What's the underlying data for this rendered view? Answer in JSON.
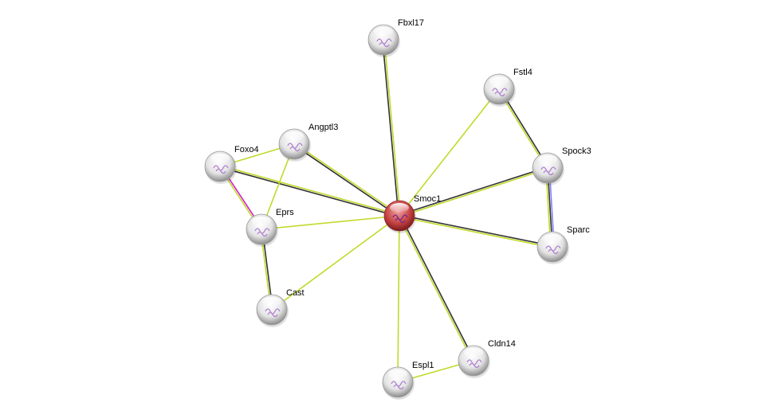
{
  "network": {
    "center": "Smoc1",
    "nodes": [
      {
        "id": "Fbxl17",
        "label": "Fbxl17",
        "query": false
      },
      {
        "id": "Fstl4",
        "label": "Fstl4",
        "query": false
      },
      {
        "id": "Angptl3",
        "label": "Angptl3",
        "query": false
      },
      {
        "id": "Foxo4",
        "label": "Foxo4",
        "query": false
      },
      {
        "id": "Spock3",
        "label": "Spock3",
        "query": false
      },
      {
        "id": "Smoc1",
        "label": "Smoc1",
        "query": true
      },
      {
        "id": "Eprs",
        "label": "Eprs",
        "query": false
      },
      {
        "id": "Sparc",
        "label": "Sparc",
        "query": false
      },
      {
        "id": "Cast",
        "label": "Cast",
        "query": false
      },
      {
        "id": "Cldn14",
        "label": "Cldn14",
        "query": false
      },
      {
        "id": "Espl1",
        "label": "Espl1",
        "query": false
      }
    ],
    "edges": [
      {
        "a": "Smoc1",
        "b": "Fbxl17",
        "evidence": [
          "#333333",
          "#c2d92a"
        ]
      },
      {
        "a": "Smoc1",
        "b": "Fstl4",
        "evidence": [
          "#c2d92a"
        ]
      },
      {
        "a": "Smoc1",
        "b": "Spock3",
        "evidence": [
          "#333333",
          "#c2d92a"
        ]
      },
      {
        "a": "Smoc1",
        "b": "Sparc",
        "evidence": [
          "#333333",
          "#c2d92a"
        ]
      },
      {
        "a": "Smoc1",
        "b": "Cldn14",
        "evidence": [
          "#333333",
          "#c2d92a"
        ]
      },
      {
        "a": "Smoc1",
        "b": "Espl1",
        "evidence": [
          "#c2d92a"
        ]
      },
      {
        "a": "Smoc1",
        "b": "Cast",
        "evidence": [
          "#c2d92a"
        ]
      },
      {
        "a": "Smoc1",
        "b": "Eprs",
        "evidence": [
          "#c2d92a"
        ]
      },
      {
        "a": "Smoc1",
        "b": "Foxo4",
        "evidence": [
          "#333333",
          "#c2d92a"
        ]
      },
      {
        "a": "Smoc1",
        "b": "Angptl3",
        "evidence": [
          "#333333",
          "#c2d92a"
        ]
      },
      {
        "a": "Fstl4",
        "b": "Spock3",
        "evidence": [
          "#333333",
          "#c2d92a"
        ]
      },
      {
        "a": "Spock3",
        "b": "Sparc",
        "evidence": [
          "#8080ff",
          "#333333",
          "#c2d92a"
        ]
      },
      {
        "a": "Foxo4",
        "b": "Angptl3",
        "evidence": [
          "#c2d92a"
        ]
      },
      {
        "a": "Foxo4",
        "b": "Eprs",
        "evidence": [
          "#d020d0",
          "#c2d92a"
        ]
      },
      {
        "a": "Angptl3",
        "b": "Eprs",
        "evidence": [
          "#c2d92a"
        ]
      },
      {
        "a": "Eprs",
        "b": "Cast",
        "evidence": [
          "#333333",
          "#c2d92a"
        ]
      },
      {
        "a": "Cldn14",
        "b": "Espl1",
        "evidence": [
          "#c2d92a"
        ]
      }
    ]
  }
}
